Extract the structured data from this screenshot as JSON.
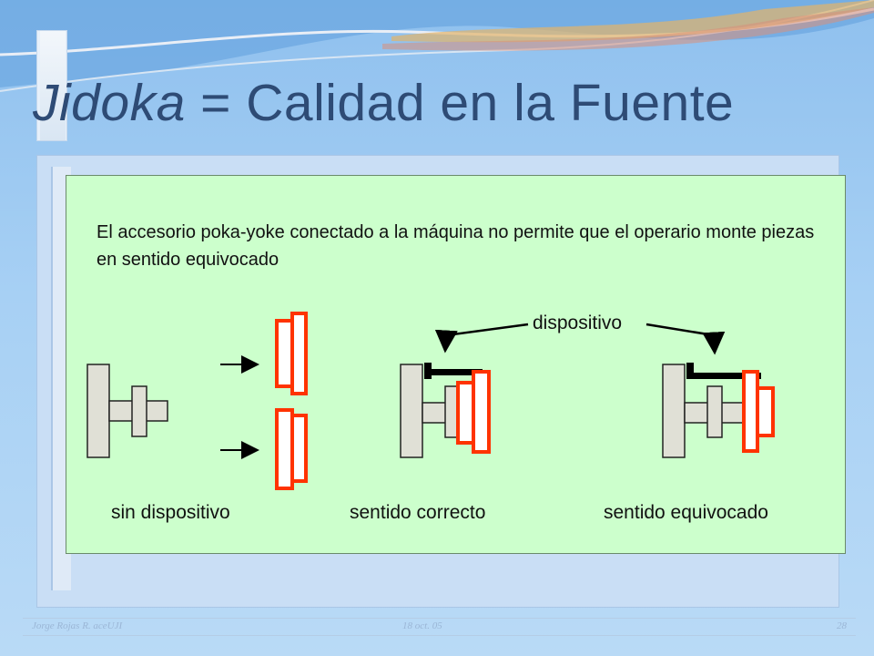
{
  "title": {
    "italic": "Jidoka",
    "rest": " = Calidad en la Fuente"
  },
  "description": "El accesorio poka-yoke conectado a la máquina no permite que el operario monte piezas en sentido equivocado",
  "diagram": {
    "device_label": "dispositivo",
    "captions": {
      "without_device": "sin dispositivo",
      "correct": "sentido correcto",
      "wrong": "sentido equivocado"
    }
  },
  "footer": {
    "author": "Jorge Rojas R. aceUJI",
    "date": "18 oct. 05",
    "page": "28"
  },
  "colors": {
    "background": "#a7d0f4",
    "panel": "#ccffcc",
    "title": "#2e4b75",
    "part_outline": "#ff3300",
    "fixture": "#e0e0d6"
  }
}
